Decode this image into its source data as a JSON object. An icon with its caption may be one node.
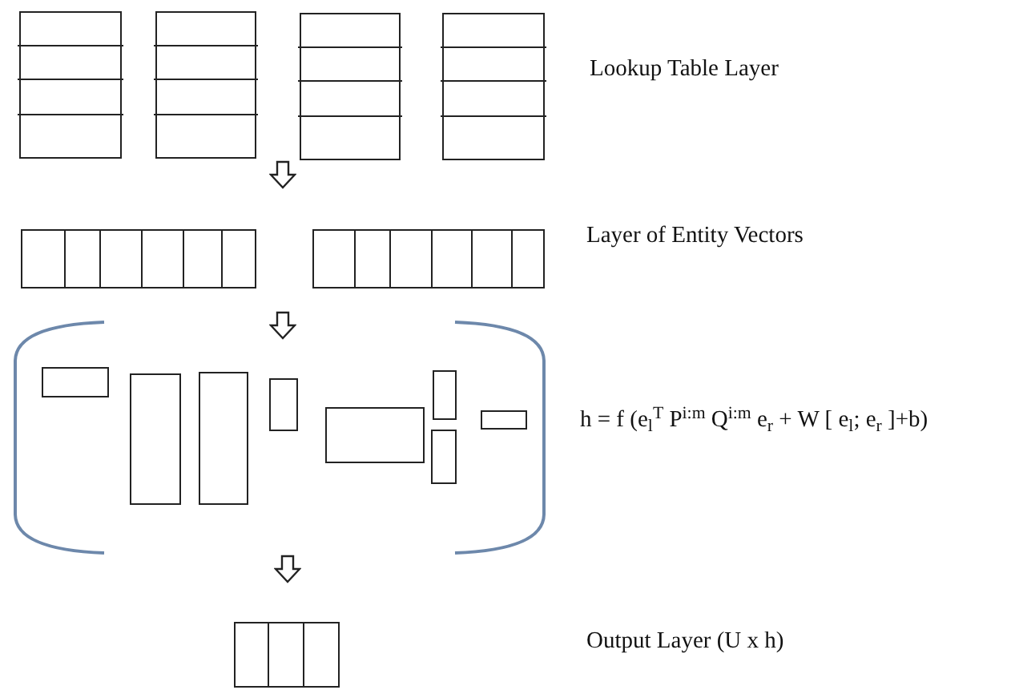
{
  "diagram": {
    "nodes": [
      {
        "text": [],
        "shape": "box"
      },
      {
        "text": [],
        "shape": "box"
      },
      {
        "text": [],
        "shape": "box"
      },
      {
        "text": [],
        "shape": "box"
      },
      {
        "text": [],
        "shape": "bar"
      },
      {
        "text": [],
        "shape": "bar"
      },
      {
        "text": [],
        "shape": "bracket"
      },
      {
        "text": [],
        "shape": "box",
        "in": 6
      },
      {
        "text": [],
        "shape": "box",
        "in": 6
      },
      {
        "text": [],
        "shape": "box",
        "in": 6
      },
      {
        "text": [],
        "shape": "box",
        "in": 6
      },
      {
        "text": [],
        "shape": "box",
        "in": 6
      },
      {
        "text": [],
        "shape": "box",
        "in": 6
      },
      {
        "text": [],
        "shape": "box",
        "in": 6
      },
      {
        "text": [],
        "shape": "box",
        "in": 6
      },
      {
        "text": [],
        "shape": "bar"
      }
    ],
    "edges": [
      {
        "from": 1,
        "to": 4,
        "arrow": "to"
      },
      {
        "from": 4,
        "to": 6,
        "arrow": "to"
      },
      {
        "from": 6,
        "to": 15,
        "arrow": "to"
      }
    ],
    "labels": [
      "Lookup Table Layer",
      "Layer of Entity Vectors",
      "h = f (e$_{l}$$^{T}$ P$^{i:m}$ Q$^{i:m}$ e$_{r}$ + W [ e$_{l}$; e$_{r}$ ]+b)",
      "Output Layer (U x h)"
    ]
  }
}
